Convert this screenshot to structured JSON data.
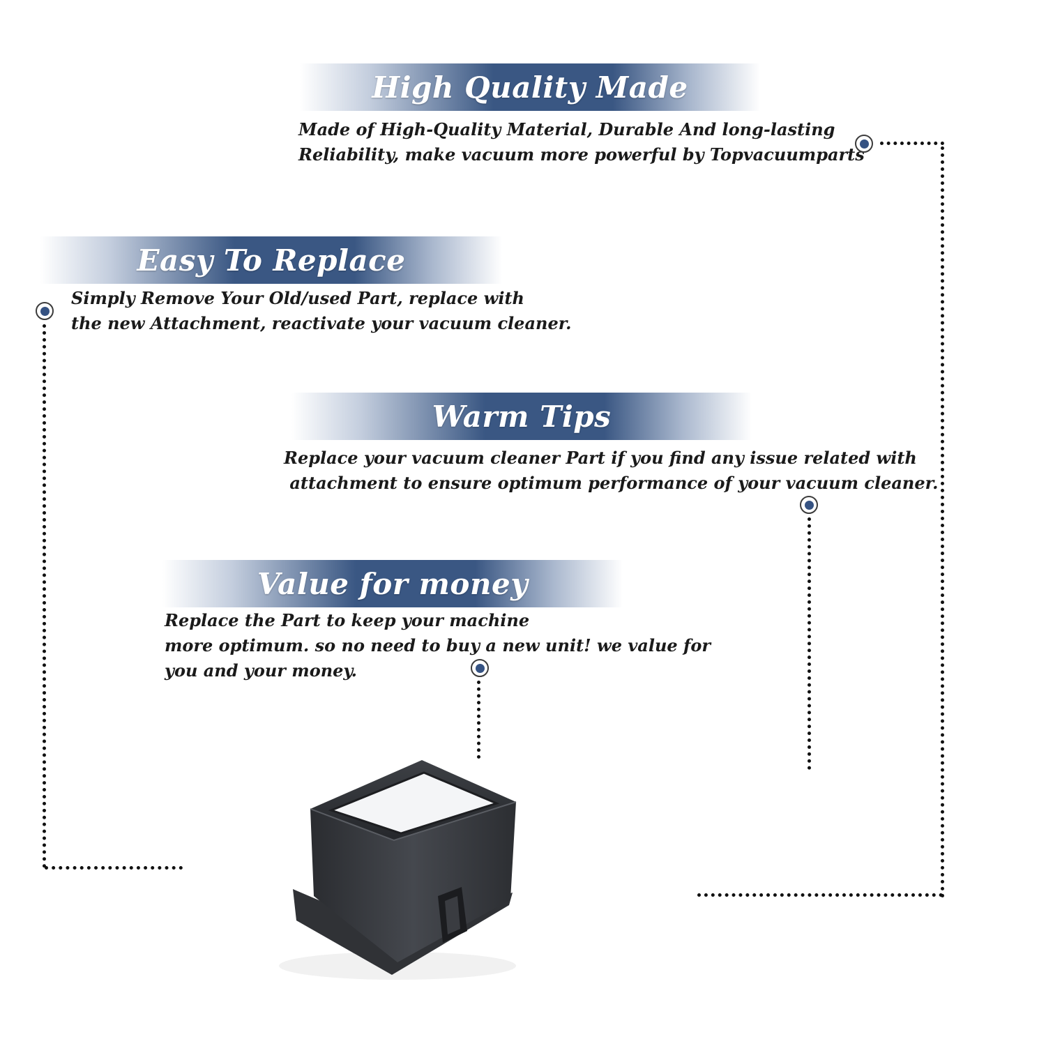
{
  "sections": [
    {
      "title": "High Quality Made",
      "lines": [
        "Made of  High-Quality Material, Durable And long-lasting",
        "Reliability, make vacuum more powerful by Topvacuumparts"
      ]
    },
    {
      "title": "Easy To Replace",
      "lines": [
        "Simply Remove Your Old/used Part, replace with",
        "the new Attachment, reactivate your vacuum cleaner."
      ]
    },
    {
      "title": "Warm Tips",
      "lines": [
        "Replace your vacuum cleaner Part if you find any issue related with",
        " attachment to ensure optimum performance of your vacuum cleaner."
      ]
    },
    {
      "title": "Value for money",
      "lines": [
        "Replace the Part to keep your machine",
        "more optimum. so no need to buy a new unit! we value for",
        "you and your money."
      ]
    }
  ],
  "colors": {
    "banner_blue": "#3a5783",
    "dot_blue": "#355282"
  },
  "product_image": "vacuum-filter-cartridge"
}
